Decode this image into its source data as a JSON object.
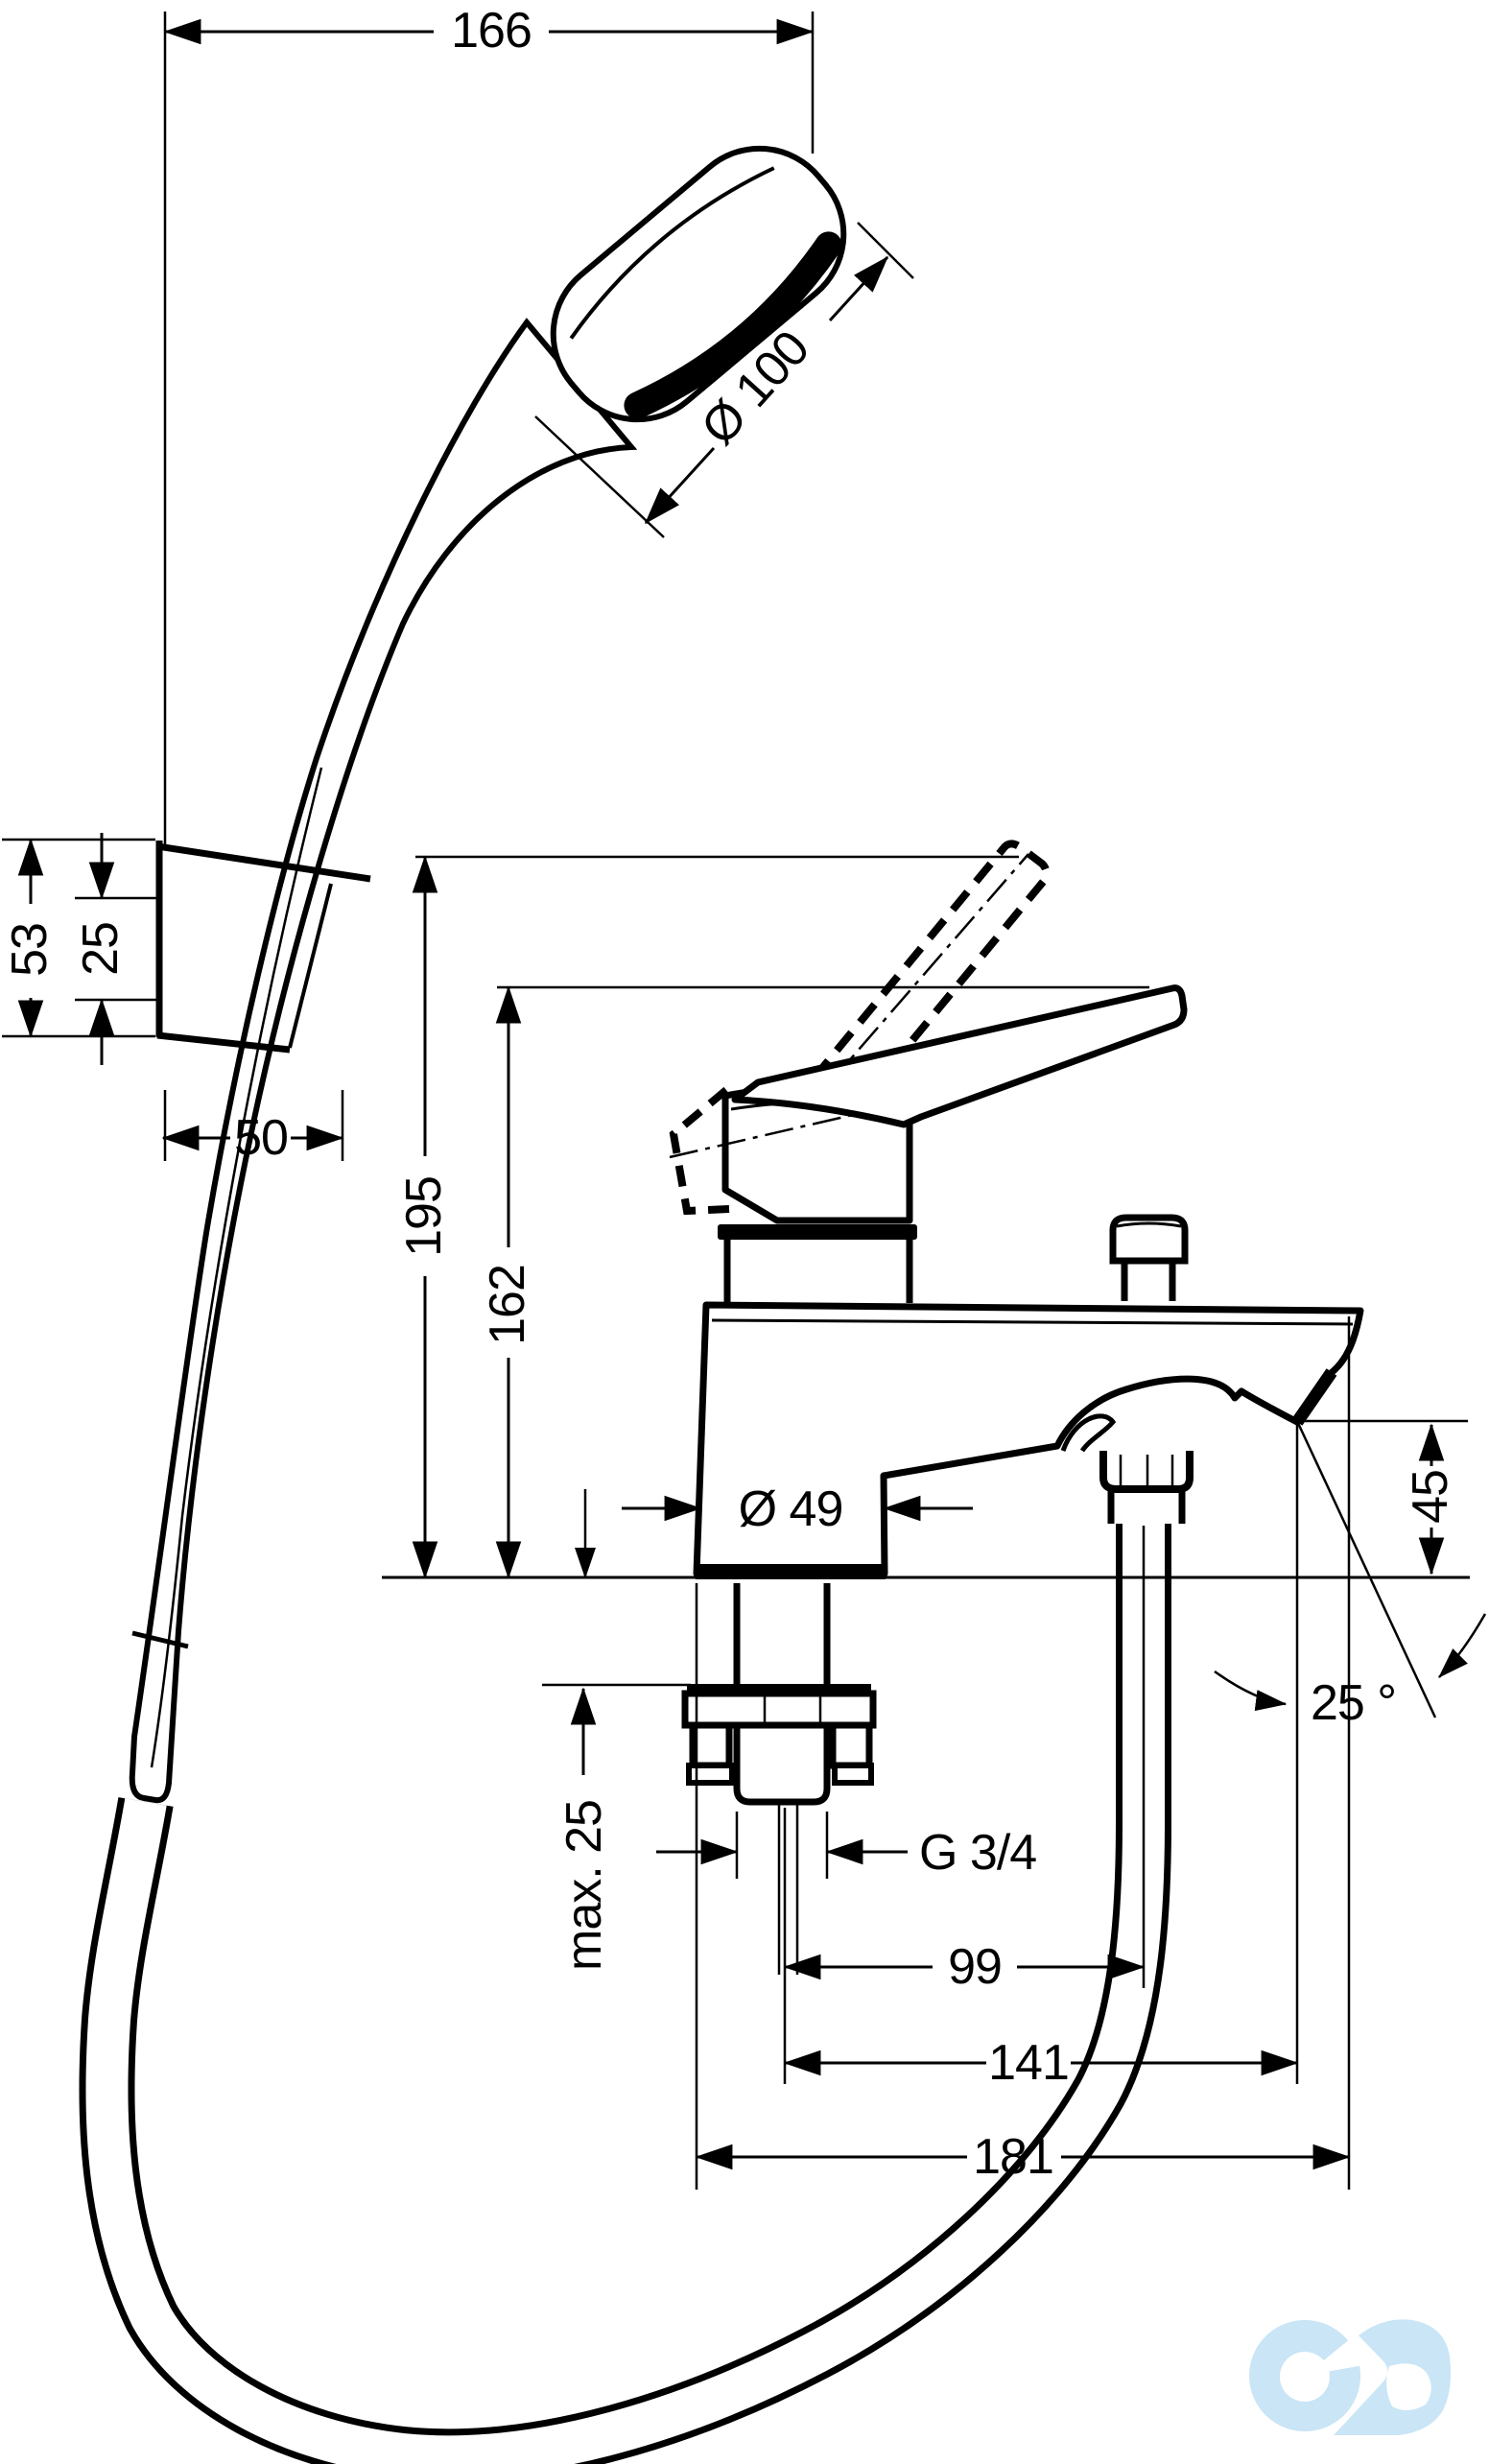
{
  "drawing": {
    "product": "bath-mixer-with-hand-shower-dimension-drawing",
    "labels": {
      "dim_166": "166",
      "dim_d100": "Ø 100",
      "dim_53": "53",
      "dim_25": "25",
      "dim_50": "50",
      "dim_195": "195",
      "dim_162": "162",
      "dim_d49": "Ø 49",
      "dim_45": "45",
      "dim_angle": "25 °",
      "dim_max25": "max. 25",
      "dim_g34": "G 3/4",
      "dim_99": "99",
      "dim_141": "141",
      "dim_181": "181"
    },
    "colors": {
      "ink": "#000000",
      "paper": "#ffffff",
      "logo": "#c9e5f6"
    }
  }
}
